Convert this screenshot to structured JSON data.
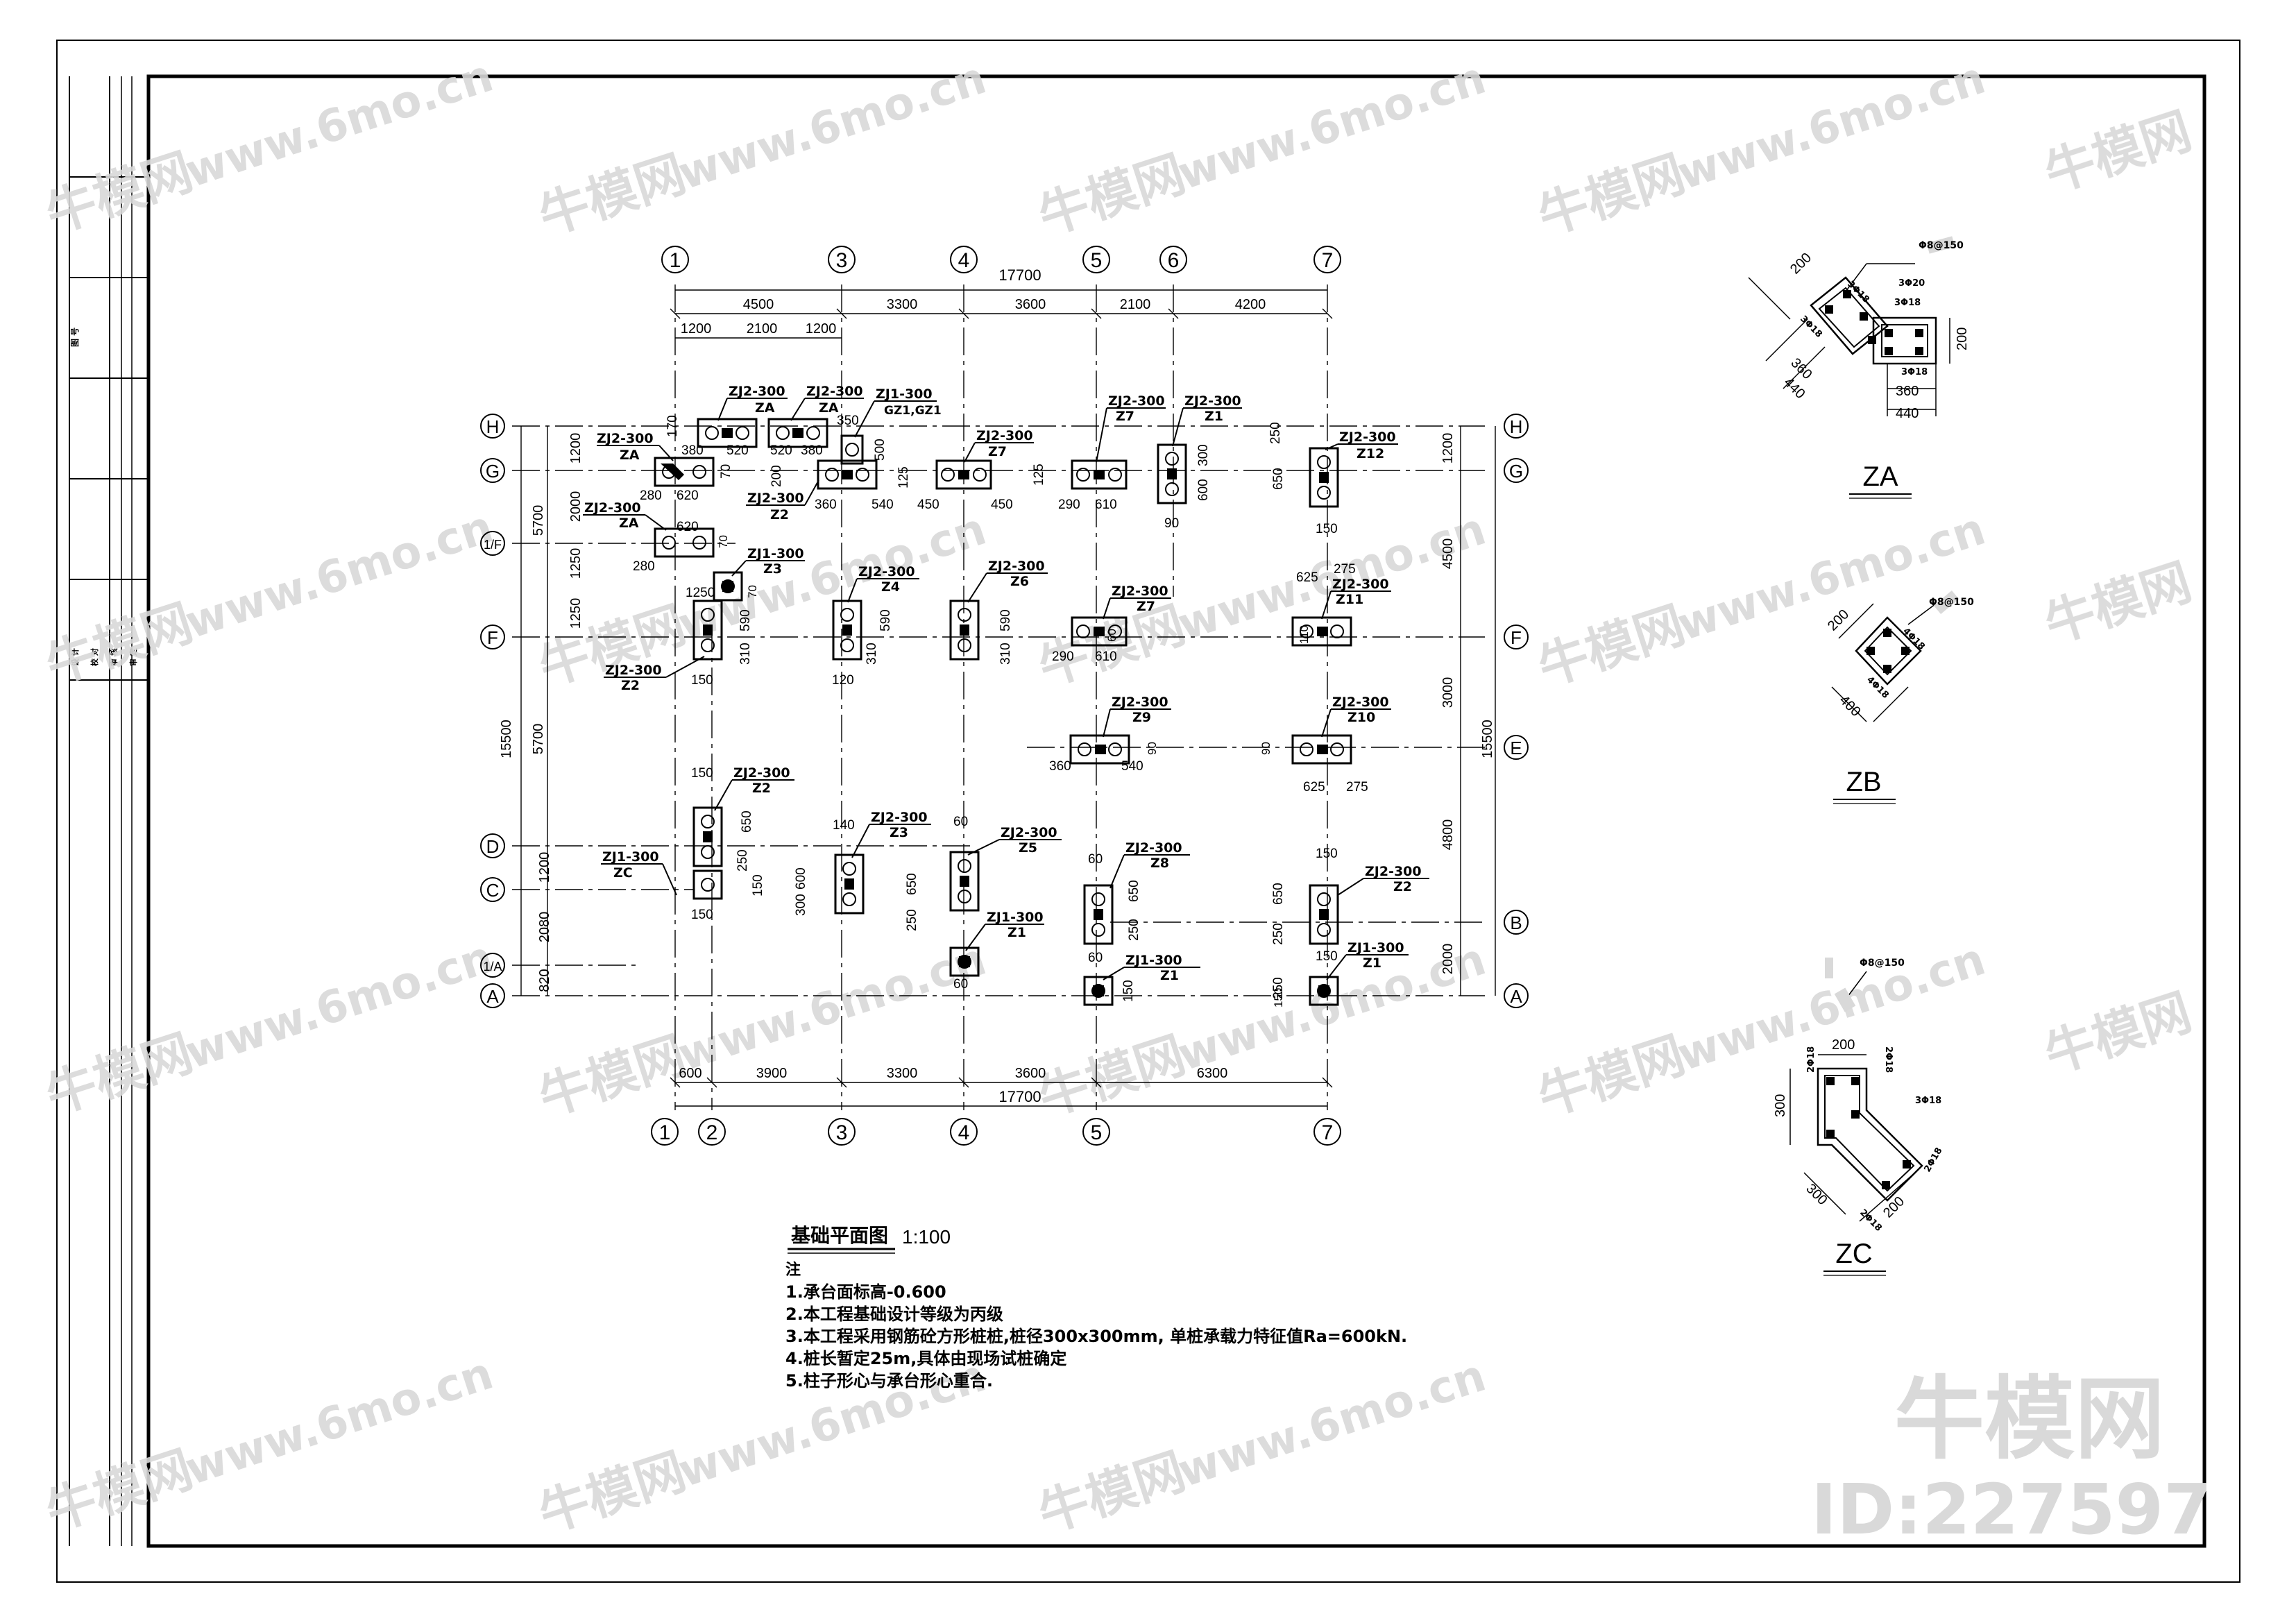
{
  "plan": {
    "title": "基础平面图",
    "scale": "1:100",
    "top_axes": [
      "1",
      "3",
      "4",
      "5",
      "6",
      "7"
    ],
    "bottom_axes": [
      "1",
      "2",
      "3",
      "4",
      "5",
      "7"
    ],
    "left_axes": [
      "H",
      "G",
      "1/F",
      "F",
      "D",
      "C",
      "1/A",
      "A"
    ],
    "right_axes": [
      "H",
      "G",
      "F",
      "E",
      "B",
      "A"
    ],
    "top_total": "17700",
    "top_dims": [
      "4500",
      "3300",
      "3600",
      "2100",
      "4200"
    ],
    "top_sub_dims": [
      "1200",
      "2100",
      "1200"
    ],
    "bottom_total": "17700",
    "bottom_dims": [
      "600",
      "3900",
      "3300",
      "3600",
      "6300"
    ],
    "left_total": "15500",
    "left_mid": [
      "5700",
      "5700"
    ],
    "left_dims": [
      "1200",
      "2000",
      "1250",
      "1250",
      "1200",
      "2080",
      "820"
    ],
    "right_total": "15500",
    "right_dims": [
      "1200",
      "4500",
      "3000",
      "4800",
      "2000"
    ]
  },
  "caps": [
    {
      "l1": "ZJ2-300",
      "l2": "ZA"
    },
    {
      "l1": "ZJ2-300",
      "l2": "ZA"
    },
    {
      "l1": "ZJ1-300",
      "l2": "GZ1,GZ1"
    },
    {
      "l1": "ZJ2-300",
      "l2": "Z7"
    },
    {
      "l1": "ZJ2-300",
      "l2": "Z7"
    },
    {
      "l1": "ZJ2-300",
      "l2": "Z1"
    },
    {
      "l1": "ZJ2-300",
      "l2": "ZA"
    },
    {
      "l1": "ZJ2-300",
      "l2": "Z12"
    },
    {
      "l1": "ZJ2-300",
      "l2": "Z2"
    },
    {
      "l1": "ZJ2-300",
      "l2": "ZA"
    },
    {
      "l1": "ZJ1-300",
      "l2": "Z3"
    },
    {
      "l1": "ZJ2-300",
      "l2": "Z4"
    },
    {
      "l1": "ZJ2-300",
      "l2": "Z6"
    },
    {
      "l1": "ZJ2-300",
      "l2": "Z7"
    },
    {
      "l1": "ZJ2-300",
      "l2": "Z11"
    },
    {
      "l1": "ZJ2-300",
      "l2": "Z2"
    },
    {
      "l1": "ZJ2-300",
      "l2": "Z9"
    },
    {
      "l1": "ZJ2-300",
      "l2": "Z10"
    },
    {
      "l1": "ZJ2-300",
      "l2": "Z2"
    },
    {
      "l1": "ZJ1-300",
      "l2": "ZC"
    },
    {
      "l1": "ZJ2-300",
      "l2": "Z3"
    },
    {
      "l1": "ZJ2-300",
      "l2": "Z5"
    },
    {
      "l1": "ZJ1-300",
      "l2": "Z1"
    },
    {
      "l1": "ZJ2-300",
      "l2": "Z8"
    },
    {
      "l1": "ZJ1-300",
      "l2": "Z1"
    },
    {
      "l1": "ZJ2-300",
      "l2": "Z2"
    },
    {
      "l1": "ZJ1-300",
      "l2": "Z1"
    }
  ],
  "cap_dims": [
    "380",
    "520",
    "520",
    "380",
    "350",
    "500",
    "170",
    "70",
    "280",
    "620",
    "200",
    "360",
    "540",
    "125",
    "450",
    "450",
    "125",
    "290",
    "610",
    "300",
    "600",
    "90",
    "250",
    "650",
    "150",
    "280",
    "620",
    "70",
    "1250",
    "70",
    "310",
    "590",
    "310",
    "590",
    "310",
    "590",
    "150",
    "120",
    "290",
    "610",
    "60",
    "110",
    "625",
    "275",
    "360",
    "540",
    "90",
    "90",
    "625",
    "275",
    "150",
    "650",
    "250",
    "150",
    "140",
    "600",
    "300",
    "60",
    "650",
    "250",
    "60",
    "650",
    "250",
    "60",
    "150",
    "650",
    "250",
    "150",
    "150",
    "60",
    "150",
    "250",
    "150"
  ],
  "notes": {
    "heading": "注",
    "items": [
      "1.承台面标高-0.600",
      "2.本工程基础设计等级为丙级",
      "3.本工程采用钢筋砼方形桩桩,桩径300x300mm, 单桩承载力特征值Ra=600kN.",
      "4.桩长暂定25m,具体由现场试桩确定",
      "5.柱子形心与承台形心重合."
    ]
  },
  "details": [
    {
      "label": "ZA",
      "dims": [
        "200",
        "360",
        "440",
        "360",
        "440",
        "200"
      ],
      "rebar": [
        "Φ8@150",
        "3Φ18",
        "3Φ20",
        "3Φ18",
        "3Φ18",
        "3Φ18"
      ]
    },
    {
      "label": "ZB",
      "dims": [
        "200",
        "400"
      ],
      "rebar": [
        "Φ8@150",
        "4Φ18",
        "4Φ18"
      ]
    },
    {
      "label": "ZC",
      "dims": [
        "300",
        "200",
        "300",
        "200"
      ],
      "rebar": [
        "Φ8@150",
        "2Φ18",
        "2Φ18",
        "3Φ18",
        "2Φ18",
        "2Φ18"
      ]
    }
  ],
  "title_block": {
    "rows": [
      "设 计",
      "校 对",
      "审 核",
      "审 定"
    ],
    "note": "图 号"
  },
  "watermark": {
    "site": "牛模网",
    "url": "www.6mo.cn",
    "brand": "牛模网",
    "id": "ID:227597"
  }
}
